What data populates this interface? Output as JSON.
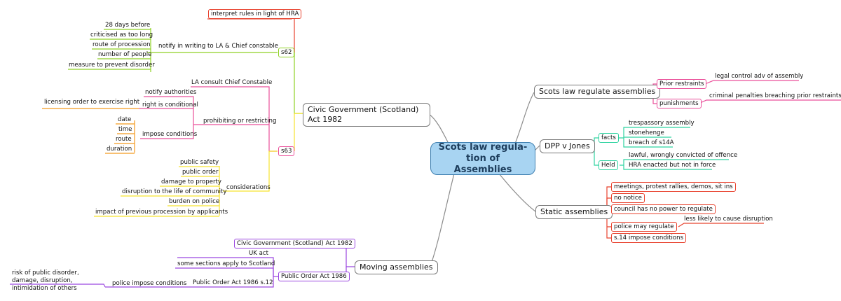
{
  "central": "Scots law regula- tion of Assemblies",
  "civic": {
    "label": "Civic Government (Scotland) Act 1982",
    "s62": {
      "label": "s62",
      "hra": "interpret rules in light of HRA",
      "notify": "notify in writing to LA & Chief constable",
      "notify_items": [
        "28 days before",
        "criticised as too long",
        "route of procession",
        "number of people",
        "measure to prevent disorder"
      ]
    },
    "s63": {
      "label": "s63",
      "consult": "LA consult Chief Constable",
      "prohibiting": "prohibiting or restricting",
      "notify_auth": "notify authorities",
      "right_cond": "right is conditional",
      "licensing": "licensing order to exercise right",
      "impose": "impose conditions",
      "impose_items": [
        "date",
        "time",
        "route",
        "duration"
      ],
      "considerations": "considerations",
      "consid_items": [
        "public safety",
        "public order",
        "damage to property",
        "disruption to the life of community",
        "burden on police",
        "impact of previous procession by applicants"
      ]
    }
  },
  "moving": {
    "label": "Moving assemblies",
    "civic": "Civic Government (Scotland) Act 1982",
    "poa": "Public Order Act 1986",
    "uk": "UK act",
    "some": "some sections apply to Scotland",
    "s12": "Public Order Act 1986 s.12",
    "police": "police impose conditions",
    "risk": "risk of public disorder, damage, disruption, intimidation of others"
  },
  "scots": {
    "label": "Scots law regulate assemblies",
    "prior": "Prior restraints",
    "legal": "legal control adv of assembly",
    "punish": "punishments",
    "criminal": "criminal penalties breaching prior restraints"
  },
  "dpp": {
    "label": "DPP v Jones",
    "facts": "facts",
    "facts_items": [
      "trespassory assembly",
      "stonehenge",
      "breach of s14A"
    ],
    "held": "Held",
    "held_items": [
      "lawful, wrongly convicted of offence",
      "HRA enacted but not in force"
    ]
  },
  "static": {
    "label": "Static assemblies",
    "items": [
      "meetings, protest rallies, demos, sit ins",
      "no notice",
      "council has no power to regulate",
      "police may regulate",
      "s.14 impose conditions"
    ],
    "less": "less likely to cause disruption"
  },
  "colors": {
    "red": "#e8432f",
    "green": "#8fd125",
    "pink": "#ea4f9a",
    "orange": "#f39a1f",
    "yellow": "#f7e32f",
    "purple": "#9b47e0",
    "teal": "#2ed3a0",
    "gray": "#8c8c8c"
  }
}
